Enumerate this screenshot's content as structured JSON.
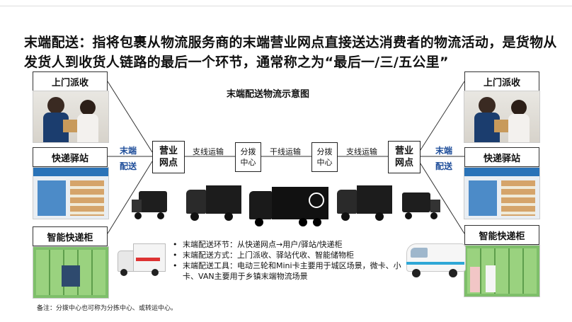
{
  "title": "末端配送：指将包裹从物流服务商的末端营业网点直接送达消费者的物流活动，是货物从发货人到收货人链路的最后一个环节，通常称之为“最后一/三/五公里”",
  "diagram_title": "末端配送物流示意图",
  "left_labels": [
    "上门派收",
    "快递驿站",
    "智能快递柜"
  ],
  "right_labels": [
    "上门派收",
    "快递驿站",
    "智能快递柜"
  ],
  "end_delivery_label": [
    "末端",
    "配送"
  ],
  "nodes": {
    "outlet": [
      "营业",
      "网点"
    ],
    "hub": [
      "分拨",
      "中心"
    ]
  },
  "links": {
    "branch": "支线运输",
    "trunk": "干线运输"
  },
  "bullets": [
    "末端配送环节：从快递网点→用户/驿站/快递柜",
    "末端配送方式：上门派收、驿站代收、智能储物柜",
    "末端配送工具：电动三轮和Mini卡主要用于城区场景，微卡、小卡、VAN主要用于乡镇末端物流场景"
  ],
  "note": "备注：分拨中心也可称为分拣中心、或转运中心。",
  "colors": {
    "accent": "#1f4e9a",
    "frame": "#333333"
  }
}
